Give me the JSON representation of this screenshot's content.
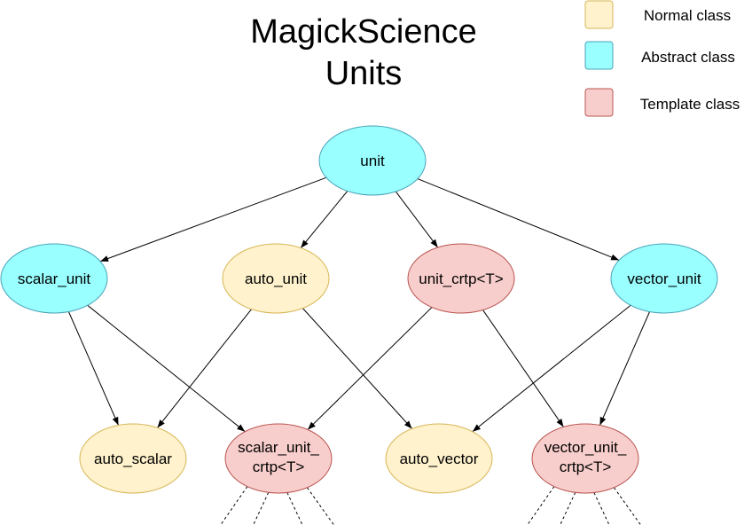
{
  "title": {
    "line1": "MagickScience",
    "line2": "Units"
  },
  "legend": [
    {
      "label": "Normal class",
      "kind": "normal"
    },
    {
      "label": "Abstract class",
      "kind": "abstract"
    },
    {
      "label": "Template class",
      "kind": "template"
    }
  ],
  "colors": {
    "normal_fill": "#fff2cc",
    "normal_stroke": "#d6b656",
    "abstract_fill": "#99ffff",
    "abstract_stroke": "#4aa3b8",
    "template_fill": "#f8cecc",
    "template_stroke": "#b85450"
  },
  "nodes": {
    "unit": {
      "lines": [
        "unit"
      ],
      "kind": "abstract"
    },
    "scalar_unit": {
      "lines": [
        "scalar_unit"
      ],
      "kind": "abstract"
    },
    "auto_unit": {
      "lines": [
        "auto_unit"
      ],
      "kind": "normal"
    },
    "unit_crtp": {
      "lines": [
        "unit_crtp<T>"
      ],
      "kind": "template"
    },
    "vector_unit": {
      "lines": [
        "vector_unit"
      ],
      "kind": "abstract"
    },
    "auto_scalar": {
      "lines": [
        "auto_scalar"
      ],
      "kind": "normal"
    },
    "scalar_unit_crtp": {
      "lines": [
        "scalar_unit_",
        "crtp<T>"
      ],
      "kind": "template"
    },
    "auto_vector": {
      "lines": [
        "auto_vector"
      ],
      "kind": "normal"
    },
    "vector_unit_crtp": {
      "lines": [
        "vector_unit_",
        "crtp<T>"
      ],
      "kind": "template"
    }
  },
  "edges": [
    {
      "from": "unit",
      "to": "scalar_unit"
    },
    {
      "from": "unit",
      "to": "auto_unit"
    },
    {
      "from": "unit",
      "to": "unit_crtp"
    },
    {
      "from": "unit",
      "to": "vector_unit"
    },
    {
      "from": "scalar_unit",
      "to": "auto_scalar"
    },
    {
      "from": "scalar_unit",
      "to": "scalar_unit_crtp"
    },
    {
      "from": "auto_unit",
      "to": "auto_scalar"
    },
    {
      "from": "auto_unit",
      "to": "auto_vector"
    },
    {
      "from": "unit_crtp",
      "to": "scalar_unit_crtp"
    },
    {
      "from": "unit_crtp",
      "to": "vector_unit_crtp"
    },
    {
      "from": "vector_unit",
      "to": "auto_vector"
    },
    {
      "from": "vector_unit",
      "to": "vector_unit_crtp"
    }
  ],
  "continuations": [
    {
      "from": "scalar_unit_crtp",
      "count": 4
    },
    {
      "from": "vector_unit_crtp",
      "count": 4
    }
  ]
}
